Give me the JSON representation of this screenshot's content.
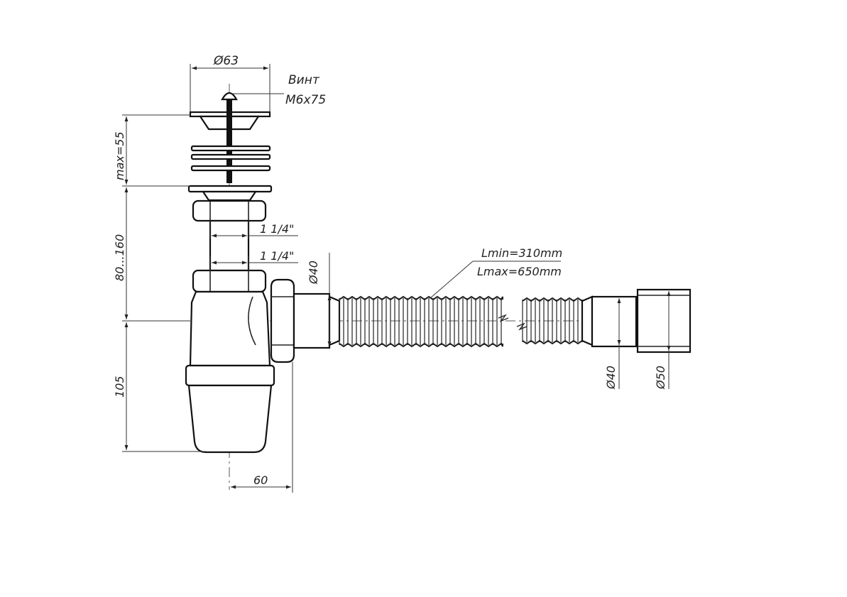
{
  "drawing": {
    "labels": {
      "dia_63": "Ø63",
      "screw_title": "Винт",
      "screw_size": "M6x75",
      "max_55": "max=55",
      "range_80_160": "80...160",
      "dim_105": "105",
      "dim_60": "60",
      "thread_top": "1 1/4\"",
      "thread_mid": "1 1/4\"",
      "dia_40_outlet": "Ø40",
      "lmin": "Lmin=310mm",
      "lmax": "Lmax=650mm",
      "dia_40_end": "Ø40",
      "dia_50_end": "Ø50"
    }
  },
  "colors": {
    "line": "#222222",
    "background": "#ffffff"
  }
}
